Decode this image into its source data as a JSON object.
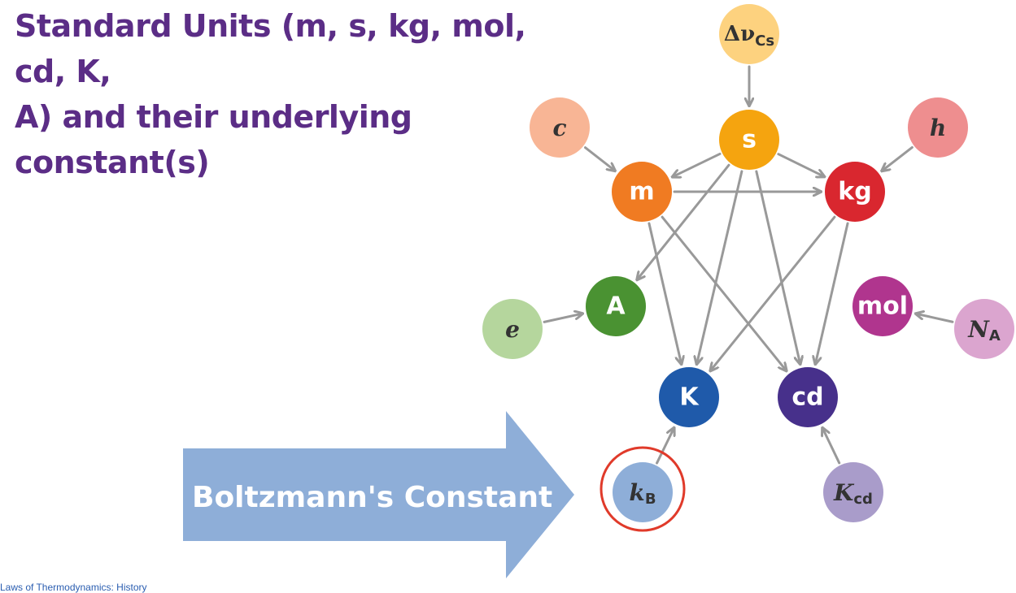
{
  "title": {
    "line1": "Standard Units (m, s, kg, mol, cd, K,",
    "line2": "A) and their underlying constant(s)"
  },
  "banner_arrow": {
    "label": "Boltzmann's Constant",
    "color": "#8eaed8"
  },
  "highlight_ring_color": "#e03a2a",
  "arrow_color": "#999999",
  "units": [
    {
      "id": "s",
      "label": "s",
      "color": "#f5a40f"
    },
    {
      "id": "m",
      "label": "m",
      "color": "#f07b22"
    },
    {
      "id": "kg",
      "label": "kg",
      "color": "#d9272f"
    },
    {
      "id": "A",
      "label": "A",
      "color": "#4a9232"
    },
    {
      "id": "mol",
      "label": "mol",
      "color": "#b0358e"
    },
    {
      "id": "K",
      "label": "K",
      "color": "#1f5aaa"
    },
    {
      "id": "cd",
      "label": "cd",
      "color": "#47308b"
    }
  ],
  "constants": [
    {
      "id": "dnu",
      "symbol": "Δν",
      "sub": "Cs",
      "color": "#fdd27f"
    },
    {
      "id": "c",
      "symbol": "c",
      "sub": "",
      "color": "#f8b595"
    },
    {
      "id": "h",
      "symbol": "h",
      "sub": "",
      "color": "#ee8e8f"
    },
    {
      "id": "e",
      "symbol": "e",
      "sub": "",
      "color": "#b5d69d"
    },
    {
      "id": "NA",
      "symbol": "N",
      "sub": "A",
      "color": "#dba5cf"
    },
    {
      "id": "kB",
      "symbol": "k",
      "sub": "B",
      "color": "#8eaed8"
    },
    {
      "id": "Kcd",
      "symbol": "K",
      "sub": "cd",
      "color": "#a99cca"
    }
  ],
  "edges": [
    [
      "dnu",
      "s"
    ],
    [
      "c",
      "m"
    ],
    [
      "h",
      "kg"
    ],
    [
      "e",
      "A"
    ],
    [
      "NA",
      "mol"
    ],
    [
      "kB",
      "K"
    ],
    [
      "Kcd",
      "cd"
    ],
    [
      "s",
      "m"
    ],
    [
      "s",
      "kg"
    ],
    [
      "s",
      "A"
    ],
    [
      "s",
      "K"
    ],
    [
      "s",
      "cd"
    ],
    [
      "m",
      "kg"
    ],
    [
      "m",
      "K"
    ],
    [
      "m",
      "cd"
    ],
    [
      "kg",
      "K"
    ],
    [
      "kg",
      "cd"
    ]
  ],
  "footer": "Laws of Thermodynamics: History"
}
